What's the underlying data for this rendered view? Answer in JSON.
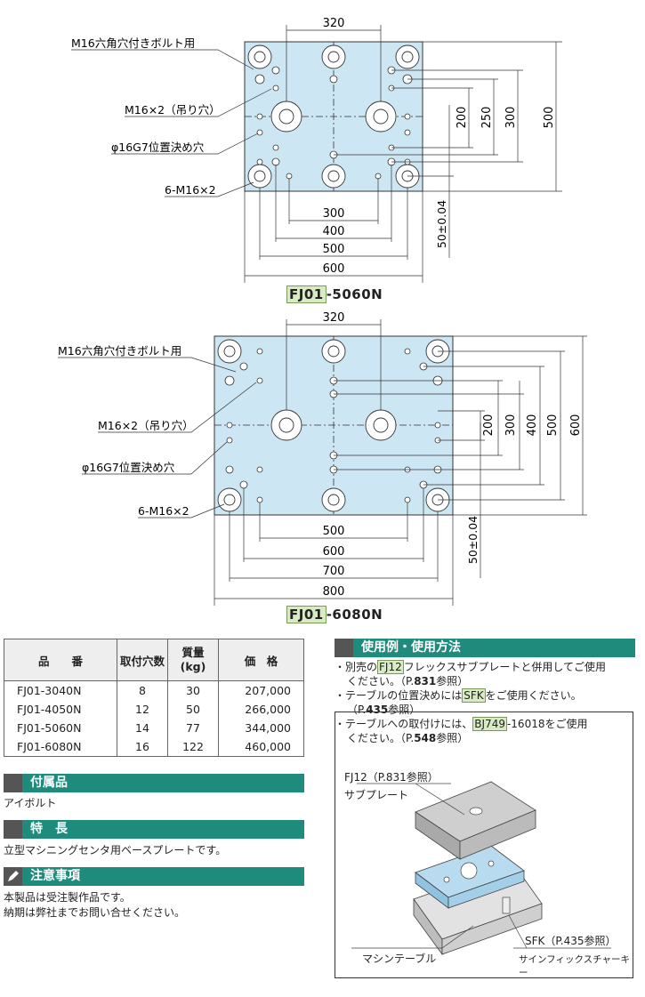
{
  "drawing1": {
    "model_prefix": "FJ01",
    "model_suffix": "-5060N",
    "callouts": [
      "M16六角穴付きボルト用",
      "M16×2（吊り穴）",
      "φ16G7位置決め穴",
      "6-M16×2"
    ],
    "top_dim": "320",
    "bottom_dims": [
      "300",
      "400",
      "500",
      "600"
    ],
    "right_dims": [
      "200",
      "250",
      "300",
      "500"
    ],
    "offset_dim": "50±0.04"
  },
  "drawing2": {
    "model_prefix": "FJ01",
    "model_suffix": "-6080N",
    "callouts": [
      "M16六角穴付きボルト用",
      "M16×2（吊り穴）",
      "φ16G7位置決め穴",
      "6-M16×2"
    ],
    "top_dim": "320",
    "bottom_dims": [
      "500",
      "600",
      "700",
      "800"
    ],
    "right_dims": [
      "200",
      "300",
      "400",
      "500",
      "600"
    ],
    "offset_dim": "50±0.04"
  },
  "table": {
    "headers": [
      "品　　番",
      "取付穴数",
      "質量\n(kg)",
      "価　格"
    ],
    "rows": [
      [
        "FJ01-3040N",
        "8",
        "30",
        "207,000"
      ],
      [
        "FJ01-4050N",
        "12",
        "50",
        "266,000"
      ],
      [
        "FJ01-5060N",
        "14",
        "77",
        "344,000"
      ],
      [
        "FJ01-6080N",
        "16",
        "122",
        "460,000"
      ]
    ]
  },
  "sections": {
    "accessory_title": "付属品",
    "accessory_text": "アイボルト",
    "feature_title": "特　長",
    "feature_text": "立型マシニングセンタ用ベースプレートです。",
    "caution_title": "注意事項",
    "caution_line1": "本製品は受注製作品です。",
    "caution_line2": "納期は弊社までお問い合せください。"
  },
  "usage": {
    "title": "使用例・使用方法",
    "item1_a": "・別売の",
    "item1_tag": "FJ12",
    "item1_b": "フレックスサブプレートと併用してご使用",
    "item1_c": "ください。（P.",
    "item1_page": "831",
    "item1_d": "参照）",
    "item2_a": "・テーブルの位置決めには",
    "item2_tag": "SFK",
    "item2_b": "をご使用ください。",
    "item2_c": "（P.",
    "item2_page": "435",
    "item2_d": "参照）",
    "item3_a": "・テーブルへの取付けには、",
    "item3_tag": "BJ749",
    "item3_b": "-16018をご使用",
    "item3_c": "ください。（P.",
    "item3_page": "548",
    "item3_d": "参照）"
  },
  "illustration": {
    "label_fj12": "FJ12（P.831参照）",
    "label_subplate": "サブプレート",
    "label_table": "マシンテーブル",
    "label_sfk": "SFK（P.435参照）",
    "label_key": "サインフィックスチャーキー"
  },
  "colors": {
    "plate": "#cde6f3",
    "accent": "#1f8b7d",
    "highlight": "#d9ebc5"
  }
}
